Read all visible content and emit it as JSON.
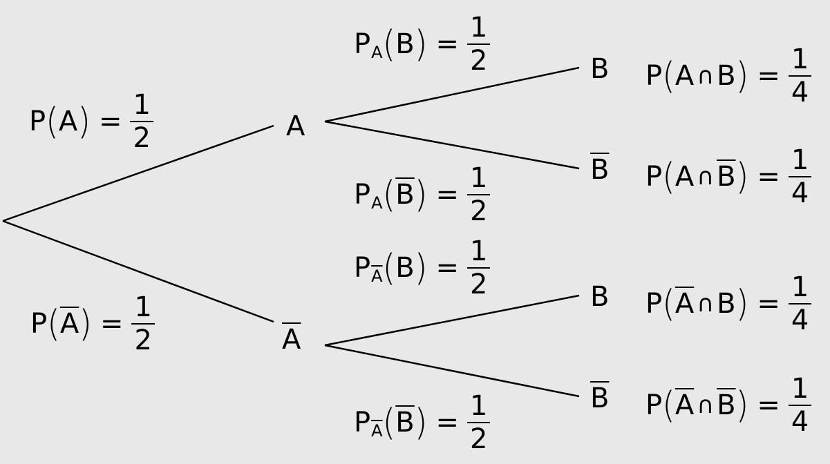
{
  "diagram": {
    "nodes": {
      "a": "A",
      "a_bar": "A",
      "b_top": "B",
      "b_bar_top": "B",
      "b_bottom": "B",
      "b_bar_bottom": "B"
    },
    "branches": {
      "p_a": {
        "prob": "P",
        "event": "A",
        "num": "1",
        "den": "2"
      },
      "p_a_bar": {
        "prob": "P",
        "event": "A",
        "num": "1",
        "den": "2"
      },
      "pa_b": {
        "prob": "P",
        "cond": "A",
        "event": "B",
        "num": "1",
        "den": "2"
      },
      "pa_b_bar": {
        "prob": "P",
        "cond": "A",
        "event": "B",
        "num": "1",
        "den": "2"
      },
      "pabar_b": {
        "prob": "P",
        "cond": "A",
        "event": "B",
        "num": "1",
        "den": "2"
      },
      "pabar_b_bar": {
        "prob": "P",
        "cond": "A",
        "event": "B",
        "num": "1",
        "den": "2"
      }
    },
    "results": {
      "a_and_b": {
        "prob": "P",
        "left": "A",
        "cap": "∩",
        "right": "B",
        "num": "1",
        "den": "4"
      },
      "a_and_b_bar": {
        "prob": "P",
        "left": "A",
        "cap": "∩",
        "right": "B",
        "num": "1",
        "den": "4"
      },
      "a_bar_and_b": {
        "prob": "P",
        "left": "A",
        "cap": "∩",
        "right": "B",
        "num": "1",
        "den": "4"
      },
      "a_bar_and_b_bar": {
        "prob": "P",
        "left": "A",
        "cap": "∩",
        "right": "B",
        "num": "1",
        "den": "4"
      }
    },
    "equals": "="
  }
}
